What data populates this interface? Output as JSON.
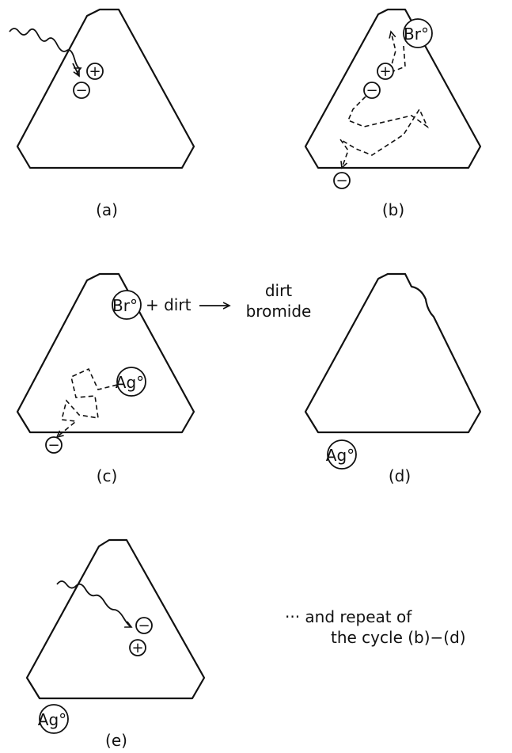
{
  "panels": {
    "a": {
      "caption": "(a)",
      "plus": "+",
      "minus": "−"
    },
    "b": {
      "caption": "(b)",
      "br_atom": "Br°",
      "plus": "+",
      "minus_top": "−",
      "minus_bottom": "−"
    },
    "c": {
      "caption": "(c)",
      "br_atom": "Br°",
      "ag_atom": "Ag°",
      "minus": "−",
      "reaction_plus": "+ dirt",
      "product_line1": "dirt",
      "product_line2": "bromide"
    },
    "d": {
      "caption": "(d)",
      "ag_atom": "Ag°"
    },
    "e": {
      "caption": "(e)",
      "ag_atom": "Ag°",
      "plus": "+",
      "minus": "−"
    }
  },
  "note": {
    "line1": "··· and repeat of",
    "line2": "the cycle (b)−(d)"
  }
}
